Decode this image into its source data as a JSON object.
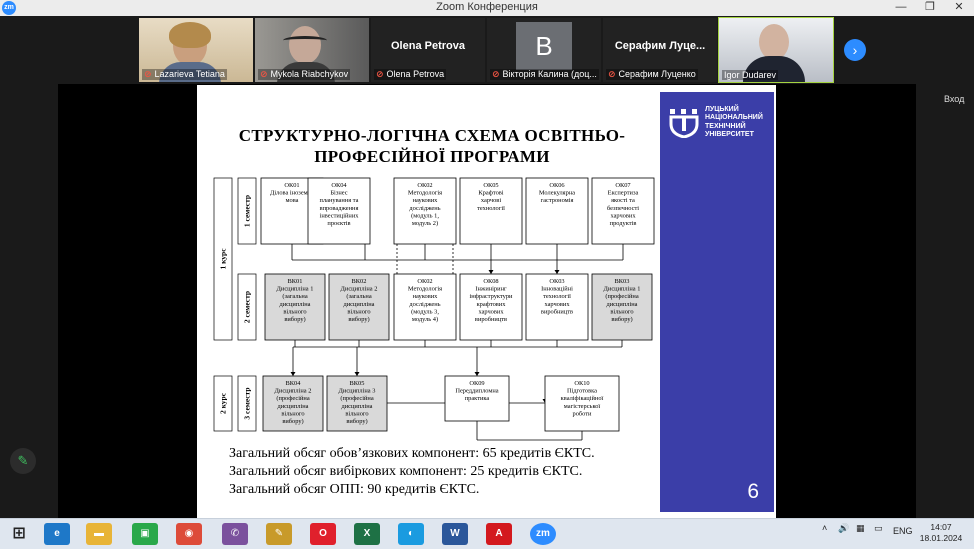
{
  "window": {
    "title": "Zoom Конференция",
    "logo": "zm",
    "controls": {
      "minimize": "—",
      "maximize": "❐",
      "close": "✕"
    }
  },
  "participants": [
    {
      "name": "Lazarieva Tetiana",
      "muted": true,
      "video": true
    },
    {
      "name": "Mykola Riabchykov",
      "muted": true,
      "video": true
    },
    {
      "name": "Olena Petrova",
      "muted": true,
      "video": false,
      "display": "Olena Petrova"
    },
    {
      "name": "Вікторія Калина (доц...",
      "muted": true,
      "video": false,
      "avatar": "В"
    },
    {
      "name": "Серафим Луценко",
      "muted": true,
      "video": false,
      "display": "Серафим  Луце..."
    },
    {
      "name": "Igor Dudarev",
      "muted": false,
      "video": true,
      "active": true
    }
  ],
  "strip_next_icon": "chevron-right-icon",
  "exit_label": "Вход",
  "slide": {
    "title_line1": "СТРУКТУРНО-ЛОГІЧНА СХЕМА ОСВІТНЬО-",
    "title_line2": "ПРОФЕСІЙНОЇ ПРОГРАМИ",
    "university": [
      "ЛУЦЬКИЙ",
      "НАЦІОНАЛЬНИЙ",
      "ТЕХНІЧНИЙ",
      "УНІВЕРСИТЕТ"
    ],
    "page_number": "6",
    "brand_color": "#3b3ea8",
    "labels": {
      "course1": "1 курс",
      "course2": "2 курс",
      "sem1": "1 семестр",
      "sem2": "2 семестр",
      "sem3": "3 семестр"
    },
    "boxes": [
      {
        "id": "ok01",
        "lines": [
          "ОК01",
          "Ділова іноземна",
          "мова"
        ],
        "shaded": false
      },
      {
        "id": "ok04",
        "lines": [
          "ОК04",
          "Бізнес",
          "планування та",
          "впровадження",
          "інвестиційних",
          "проєктів"
        ],
        "shaded": false
      },
      {
        "id": "ok02a",
        "lines": [
          "ОК02",
          "Методологія",
          "наукових",
          "досліджень",
          "(модуль 1,",
          "модуль 2)"
        ],
        "shaded": false
      },
      {
        "id": "ok05",
        "lines": [
          "ОК05",
          "Крафтові",
          "харчові",
          "технології"
        ],
        "shaded": false
      },
      {
        "id": "ok06",
        "lines": [
          "ОК06",
          "Молекулярна",
          "гастрономія"
        ],
        "shaded": false
      },
      {
        "id": "ok07",
        "lines": [
          "ОК07",
          "Експертиза",
          "якості та",
          "безпечності",
          "харчових",
          "продуктів"
        ],
        "shaded": false
      },
      {
        "id": "vk01",
        "lines": [
          "ВК01",
          "Дисципліна 1",
          "(загальна",
          "дисципліна",
          "вільного",
          "вибору)"
        ],
        "shaded": true
      },
      {
        "id": "vk02",
        "lines": [
          "ВК02",
          "Дисципліна 2",
          "(загальна",
          "дисципліна",
          "вільного",
          "вибору)"
        ],
        "shaded": true
      },
      {
        "id": "ok02b",
        "lines": [
          "ОК02",
          "Методологія",
          "наукових",
          "досліджень",
          "(модуль 3,",
          "модуль 4)"
        ],
        "shaded": false
      },
      {
        "id": "ok08",
        "lines": [
          "ОК08",
          "Інжиніринг",
          "інфраструктури",
          "крафтових",
          "харчових",
          "виробництв"
        ],
        "shaded": false
      },
      {
        "id": "ok03",
        "lines": [
          "ОК03",
          "Інноваційні",
          "технології",
          "харчових",
          "виробництв"
        ],
        "shaded": false
      },
      {
        "id": "vk03",
        "lines": [
          "ВК03",
          "Дисципліна 1",
          "(професійна",
          "дисципліна",
          "вільного",
          "вибору)"
        ],
        "shaded": true
      },
      {
        "id": "vk04",
        "lines": [
          "ВК04",
          "Дисципліна 2",
          "(професійна",
          "дисципліна",
          "вільного",
          "вибору)"
        ],
        "shaded": true
      },
      {
        "id": "vk05",
        "lines": [
          "ВК05",
          "Дисципліна 3",
          "(професійна",
          "дисципліна",
          "вільного",
          "вибору)"
        ],
        "shaded": true
      },
      {
        "id": "ok09",
        "lines": [
          "ОК09",
          "Переддипломна",
          "практика"
        ],
        "shaded": false
      },
      {
        "id": "ok10",
        "lines": [
          "ОК10",
          "Підготовка",
          "кваліфікаційної",
          "магістерської",
          "роботи"
        ],
        "shaded": false
      }
    ],
    "summary": [
      "Загальний обсяг обов’язкових компонент: 65 кредитів ЄКТС.",
      "Загальний обсяг вибіркових компонент: 25 кредитів ЄКТС.",
      "Загальний обсяг ОПП: 90 кредитів ЄКТС."
    ]
  },
  "taskbar": {
    "apps": [
      {
        "name": "start",
        "icon": "windows-icon",
        "color": "#1a1a1a"
      },
      {
        "name": "internet-explorer",
        "icon": "ie-icon",
        "color": "#1e78c8"
      },
      {
        "name": "file-explorer",
        "icon": "folder-icon",
        "color": "#e8b437"
      },
      {
        "name": "store",
        "icon": "store-icon",
        "color": "#2aa84a"
      },
      {
        "name": "chrome",
        "icon": "chrome-icon",
        "color": "#dd4b39"
      },
      {
        "name": "viber",
        "icon": "viber-icon",
        "color": "#7b519d"
      },
      {
        "name": "paint",
        "icon": "brush-icon",
        "color": "#c89a2a"
      },
      {
        "name": "opera",
        "icon": "opera-icon",
        "color": "#e0202c"
      },
      {
        "name": "excel",
        "icon": "excel-icon",
        "color": "#1e7145"
      },
      {
        "name": "edge",
        "icon": "edge-icon",
        "color": "#1a9be0"
      },
      {
        "name": "word",
        "icon": "word-icon",
        "color": "#2b579a"
      },
      {
        "name": "acrobat",
        "icon": "pdf-icon",
        "color": "#d3191e"
      },
      {
        "name": "zoom",
        "icon": "zoom-icon",
        "color": "#2d8cff",
        "label": "zm"
      }
    ],
    "language": "ENG",
    "time": "14:07",
    "date": "18.01.2024"
  }
}
